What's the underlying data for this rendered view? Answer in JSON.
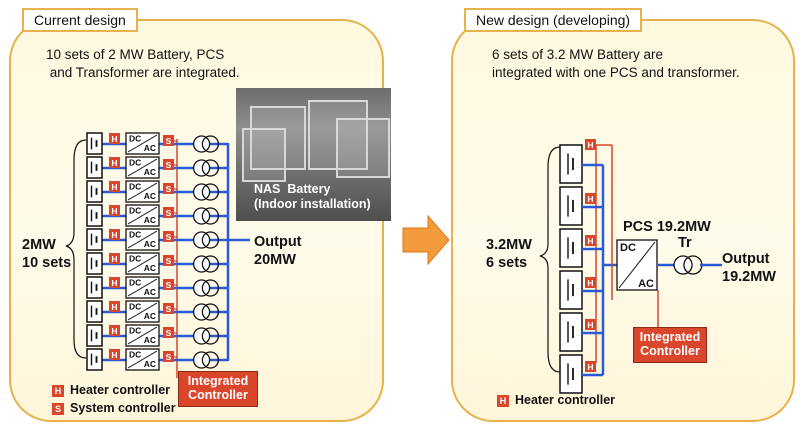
{
  "left_panel": {
    "tab": "Current design",
    "description": "10 sets of 2 MW Battery, PCS\n and Transformer are integrated.",
    "group_label": "2MW\n10 sets",
    "output_label": "Output\n20MW",
    "photo_caption": "NAS  Battery\n(Indoor installation)",
    "integrated_controller": "Integrated\nController",
    "legend_h": "Heater controller",
    "legend_s": "System controller"
  },
  "right_panel": {
    "tab": "New design (developing)",
    "description": "6 sets of 3.2 MW Battery are\nintegrated with one PCS and transformer.",
    "group_label": "3.2MW\n6 sets",
    "pcs_label": "PCS 19.2MW",
    "tr_label": "Tr",
    "output_label": "Output\n19.2MW",
    "integrated_controller": "Integrated\nController",
    "legend_h": "Heater controller"
  },
  "markers": {
    "heater": "H",
    "system": "S",
    "dc": "DC",
    "ac": "AC"
  },
  "colors": {
    "panel_border": "#e7b24c",
    "wire": "#2a5bd7",
    "controller_red": "#d9462b",
    "arrow": "#f39a3a"
  }
}
